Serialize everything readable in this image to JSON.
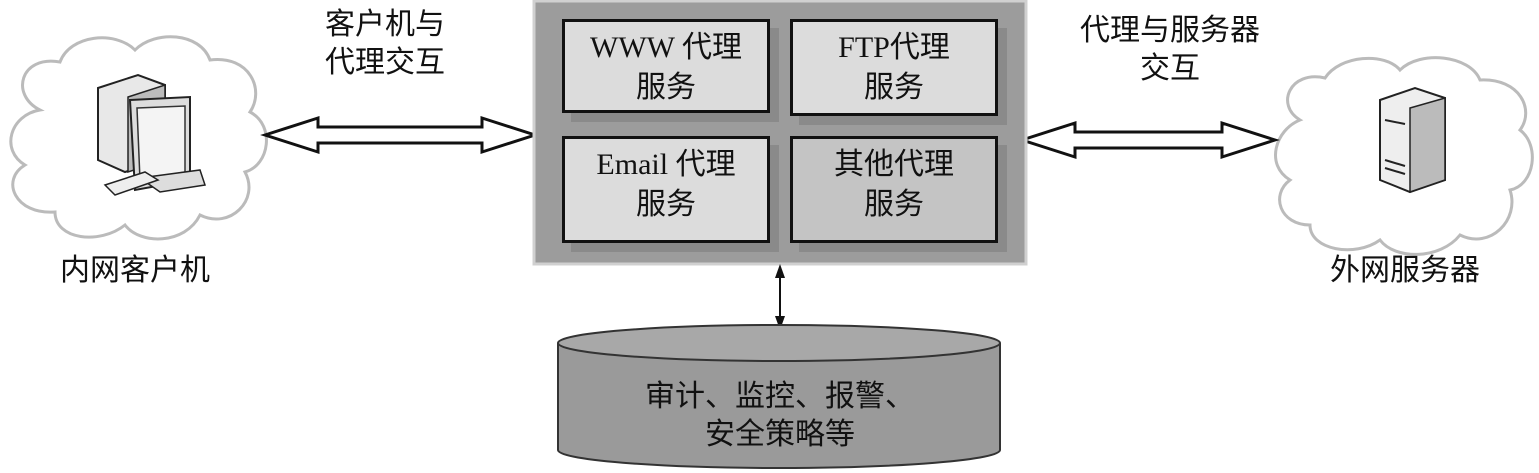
{
  "left_node": {
    "label": "内网客户机",
    "icon": "desktop-computer-icon"
  },
  "right_node": {
    "label": "外网服务器",
    "icon": "server-icon"
  },
  "left_link": {
    "label_line1": "客户机与",
    "label_line2": "代理交互"
  },
  "right_link": {
    "label_line1": "代理与服务器",
    "label_line2": "交互"
  },
  "proxy_services": [
    {
      "line1": "WWW 代理",
      "line2": "服务"
    },
    {
      "line1": "FTP代理",
      "line2": "服务"
    },
    {
      "line1": "Email 代理",
      "line2": "服务"
    },
    {
      "line1": "其他代理",
      "line2": "服务"
    }
  ],
  "storage": {
    "line1": "审计、监控、报警、",
    "line2": "安全策略等"
  },
  "colors": {
    "outer_box": "#9c9c9c",
    "inner_box": "#dcdcdc",
    "other_box": "#c4c4c4",
    "cylinder": "#9a9a9a"
  }
}
